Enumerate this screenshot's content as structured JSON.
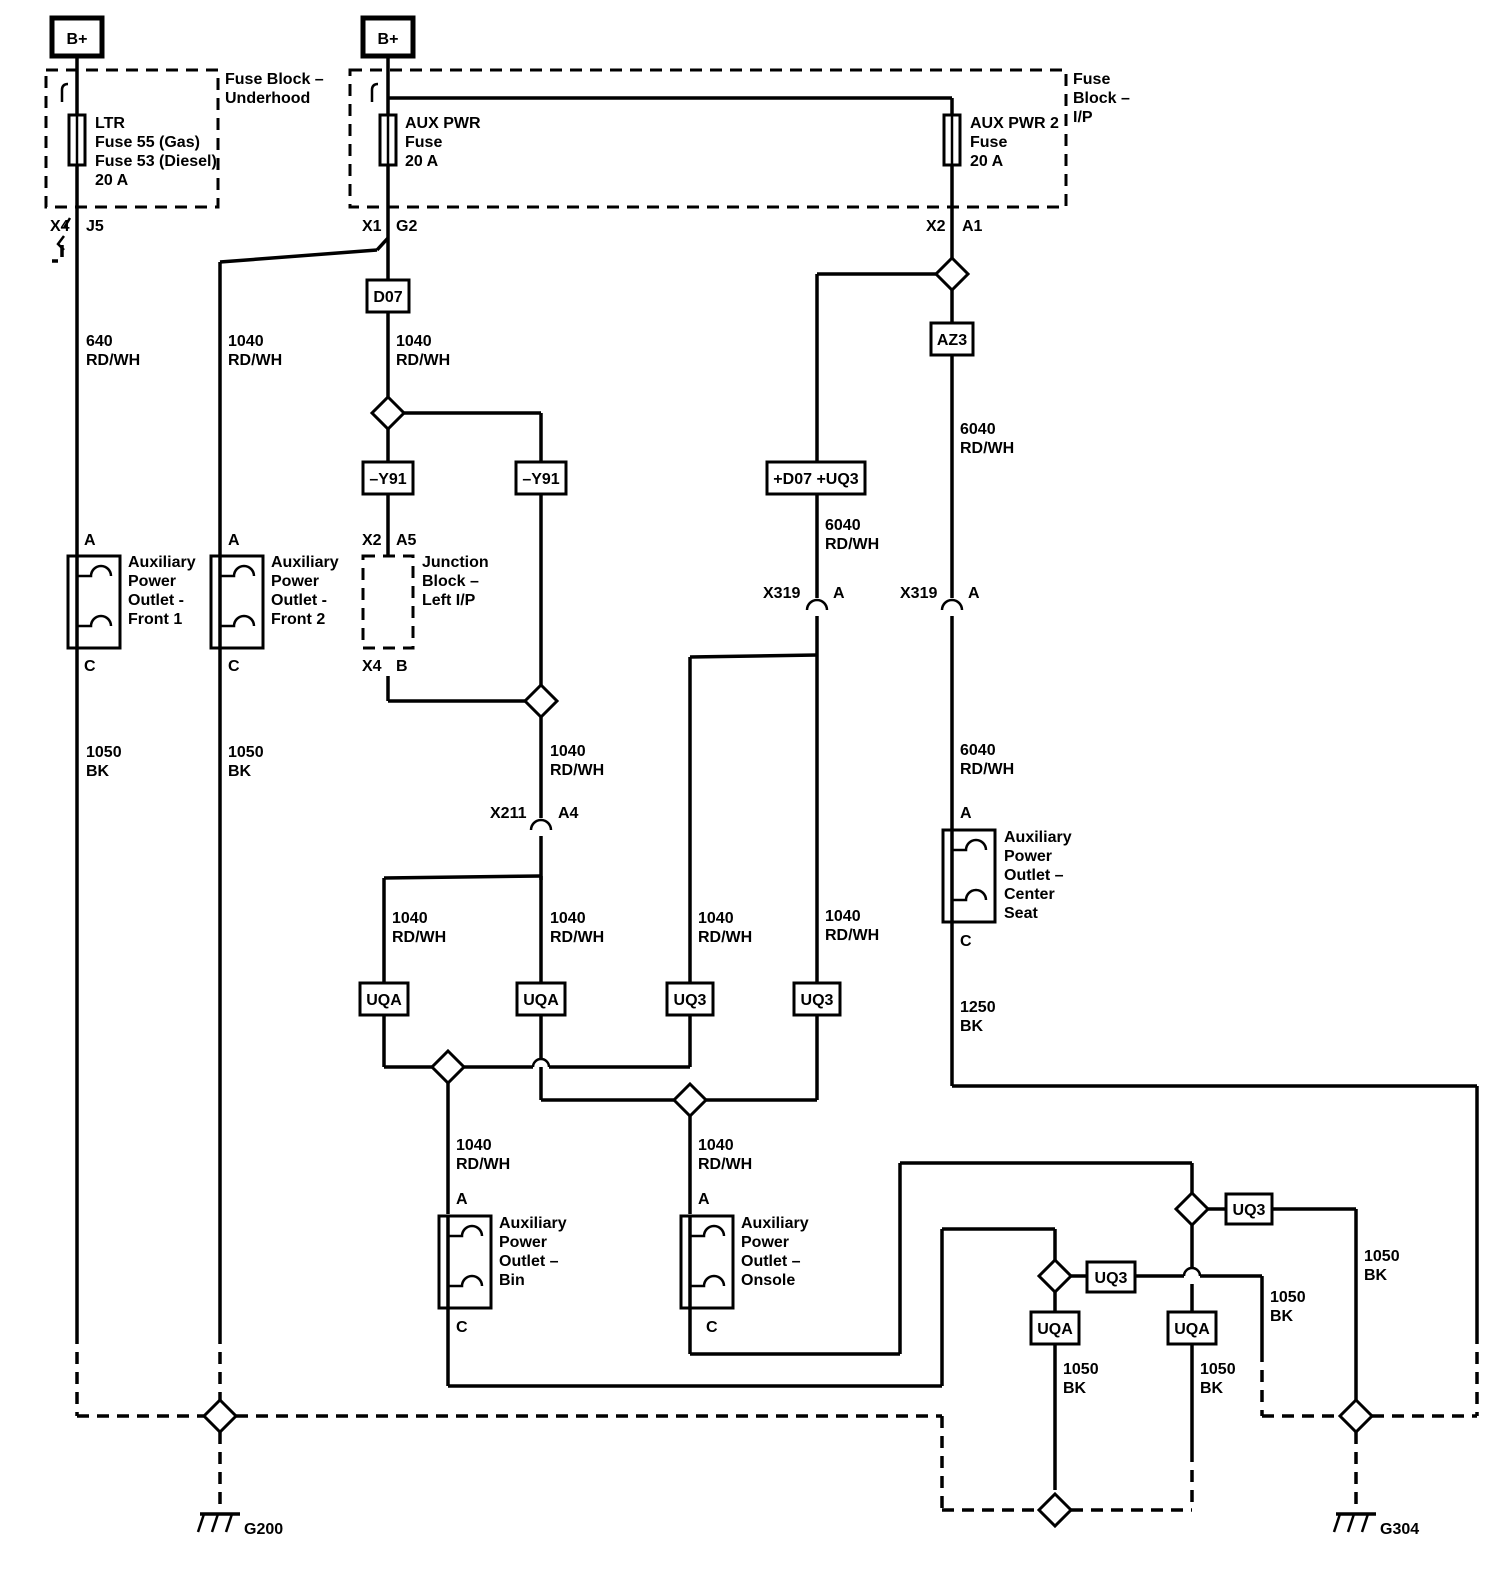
{
  "power": {
    "bplus_left": "B+",
    "bplus_right": "B+"
  },
  "fuse_blocks": {
    "underhood_label": [
      "Fuse Block –",
      "Underhood"
    ],
    "ip_label": [
      "Fuse",
      "Block –",
      "I/P"
    ],
    "ltr_fuse": [
      "LTR",
      "Fuse 55 (Gas)",
      "Fuse 53 (Diesel)",
      "20 A"
    ],
    "aux_pwr_fuse": [
      "AUX PWR",
      "Fuse",
      "20 A"
    ],
    "aux_pwr2_fuse": [
      "AUX PWR 2",
      "Fuse",
      "20 A"
    ]
  },
  "connectors": {
    "x4": "X4",
    "j5": "J5",
    "x1": "X1",
    "g2": "G2",
    "x2_a1": "X2",
    "a1": "A1",
    "jb_x2": "X2",
    "jb_a5": "A5",
    "jb_x4": "X4",
    "jb_b": "B",
    "x211": "X211",
    "x211_pin": "A4",
    "x319_left": "X319",
    "x319_left_pin": "A",
    "x319_right": "X319",
    "x319_right_pin": "A"
  },
  "junction_block": [
    "Junction",
    "Block –",
    "Left I/P"
  ],
  "option_codes": {
    "d07": "D07",
    "y91_left": "–Y91",
    "y91_right": "–Y91",
    "d07_uq3": "+D07 +UQ3",
    "az3": "AZ3",
    "uqa_1": "UQA",
    "uqa_2": "UQA",
    "uq3_1": "UQ3",
    "uq3_2": "UQ3",
    "uq3_g1": "UQ3",
    "uq3_g2": "UQ3",
    "uqa_g1": "UQA",
    "uqa_g2": "UQA"
  },
  "wires": {
    "w640": [
      "640",
      "RD/WH"
    ],
    "w1040_f2": [
      "1040",
      "RD/WH"
    ],
    "w1040_d07": [
      "1040",
      "RD/WH"
    ],
    "w6040_az3": [
      "6040",
      "RD/WH"
    ],
    "w6040_x319": [
      "6040",
      "RD/WH"
    ],
    "w1040_junc": [
      "1040",
      "RD/WH"
    ],
    "w6040_center": [
      "6040",
      "RD/WH"
    ],
    "w1050_f1": [
      "1050",
      "BK"
    ],
    "w1050_f2": [
      "1050",
      "BK"
    ],
    "w1040_uqa1": [
      "1040",
      "RD/WH"
    ],
    "w1040_uqa2": [
      "1040",
      "RD/WH"
    ],
    "w1040_uq3_1": [
      "1040",
      "RD/WH"
    ],
    "w1040_uq3_2": [
      "1040",
      "RD/WH"
    ],
    "w1250": [
      "1250",
      "BK"
    ],
    "w1040_bin": [
      "1040",
      "RD/WH"
    ],
    "w1040_console": [
      "1040",
      "RD/WH"
    ],
    "w1050_g_uqa1": [
      "1050",
      "BK"
    ],
    "w1050_g_uqa2": [
      "1050",
      "BK"
    ],
    "w1050_g_uq3a": [
      "1050",
      "BK"
    ],
    "w1050_g_uq3b": [
      "1050",
      "BK"
    ]
  },
  "outlets": {
    "front1": {
      "pin_a": "A",
      "pin_c": "C",
      "label": [
        "Auxiliary",
        "Power",
        "Outlet -",
        "Front 1"
      ]
    },
    "front2": {
      "pin_a": "A",
      "pin_c": "C",
      "label": [
        "Auxiliary",
        "Power",
        "Outlet -",
        "Front 2"
      ]
    },
    "center": {
      "pin_a": "A",
      "pin_c": "C",
      "label": [
        "Auxiliary",
        "Power",
        "Outlet –",
        "Center",
        "Seat"
      ]
    },
    "bin": {
      "pin_a": "A",
      "pin_c": "C",
      "label": [
        "Auxiliary",
        "Power",
        "Outlet –",
        "Bin"
      ]
    },
    "console": {
      "pin_a": "A",
      "pin_c": "C",
      "label": [
        "Auxiliary",
        "Power",
        "Outlet –",
        "Onsole"
      ]
    }
  },
  "grounds": {
    "g200": "G200",
    "g304": "G304"
  }
}
